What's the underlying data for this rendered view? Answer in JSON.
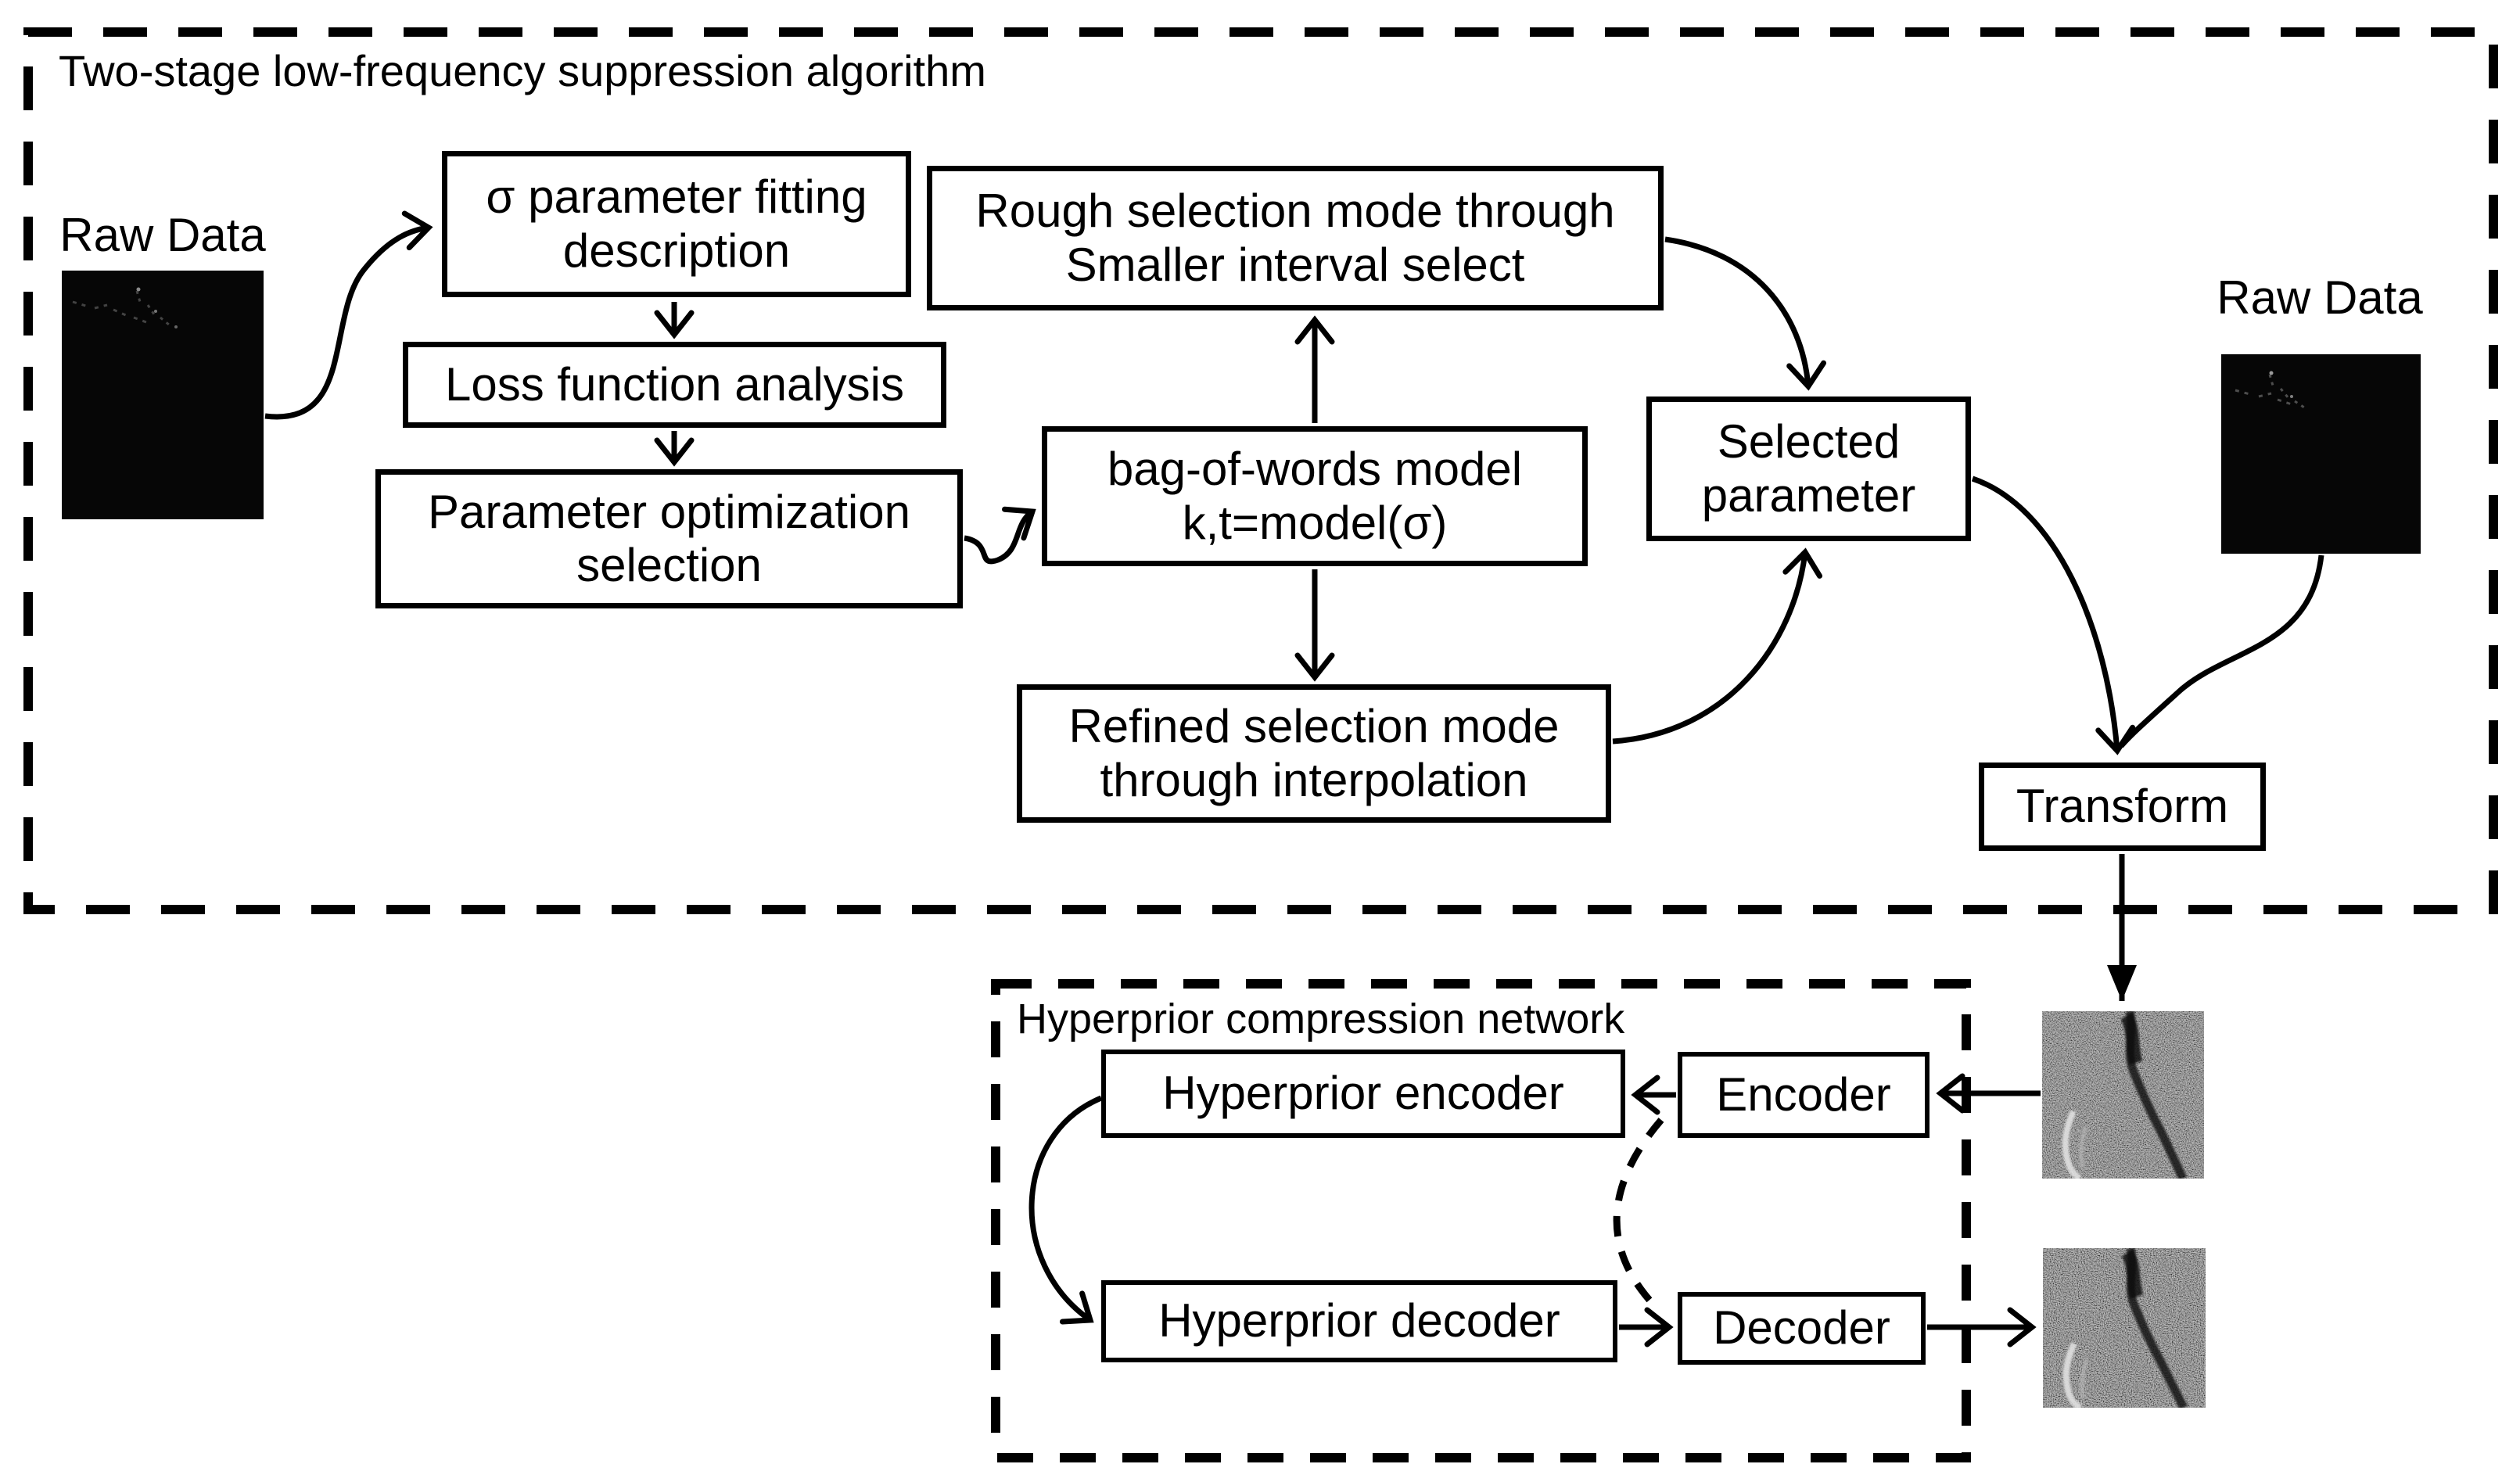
{
  "figure": {
    "stage1": {
      "title": "Two-stage low-frequency suppression algorithm",
      "raw_data_left_label": "Raw Data",
      "raw_data_right_label": "Raw Data",
      "sigma_fitting": {
        "line1": "σ parameter fitting",
        "line2": "description"
      },
      "loss_analysis": {
        "line1": "Loss function analysis"
      },
      "param_optimization": {
        "line1": "Parameter optimization",
        "line2": "selection"
      },
      "bag_of_words": {
        "line1": "bag-of-words model",
        "line2": "k,t=model(σ)"
      },
      "rough_selection": {
        "line1": "Rough selection mode through",
        "line2": "Smaller interval select"
      },
      "refined_selection": {
        "line1": "Refined selection mode",
        "line2": "through interpolation"
      },
      "selected_parameter": {
        "line1": "Selected",
        "line2": "parameter"
      },
      "transform": {
        "line1": "Transform"
      }
    },
    "stage2": {
      "title": "Hyperprior compression network",
      "hyperprior_encoder": {
        "line1": "Hyperprior encoder"
      },
      "encoder": {
        "line1": "Encoder"
      },
      "hyperprior_decoder": {
        "line1": "Hyperprior decoder"
      },
      "decoder": {
        "line1": "Decoder"
      }
    },
    "colors": {
      "ink": "#000000",
      "background": "#ffffff",
      "speckle_gray": "#4c4c4c",
      "raw_image_black": "#060606"
    }
  }
}
